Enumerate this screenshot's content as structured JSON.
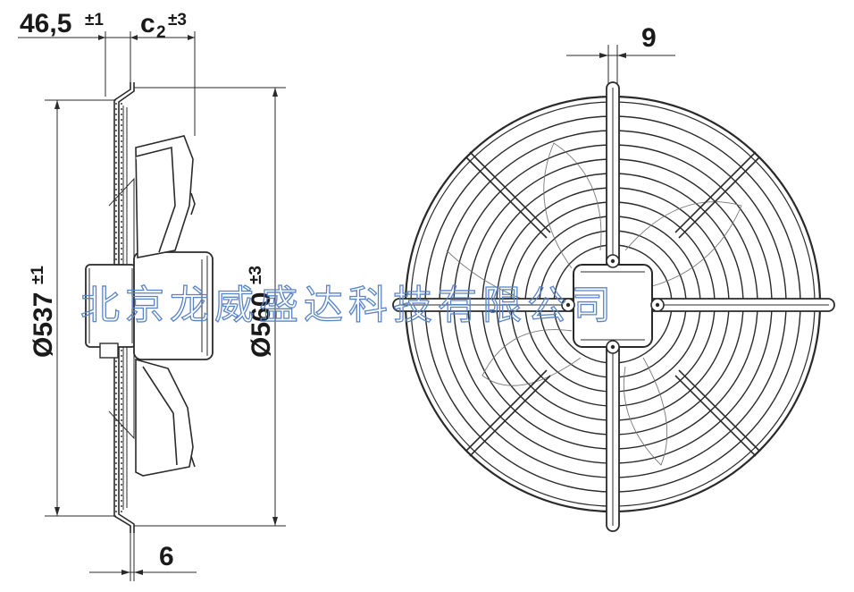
{
  "dimensions": {
    "top_left_main": "46,5",
    "top_left_tol": "±1",
    "top_c2_main": "c",
    "top_c2_sub": "2",
    "top_c2_tol": "±3",
    "top_right": "9",
    "bottom": "6",
    "dia_left_main": "Ø537",
    "dia_left_tol": "±1",
    "dia_mid_main": "Ø560",
    "dia_mid_tol": "±3"
  },
  "watermark": "北京龙威盛达科技有限公司",
  "colors": {
    "line": "#2a2a2a",
    "watermark": "#5a84c8"
  }
}
